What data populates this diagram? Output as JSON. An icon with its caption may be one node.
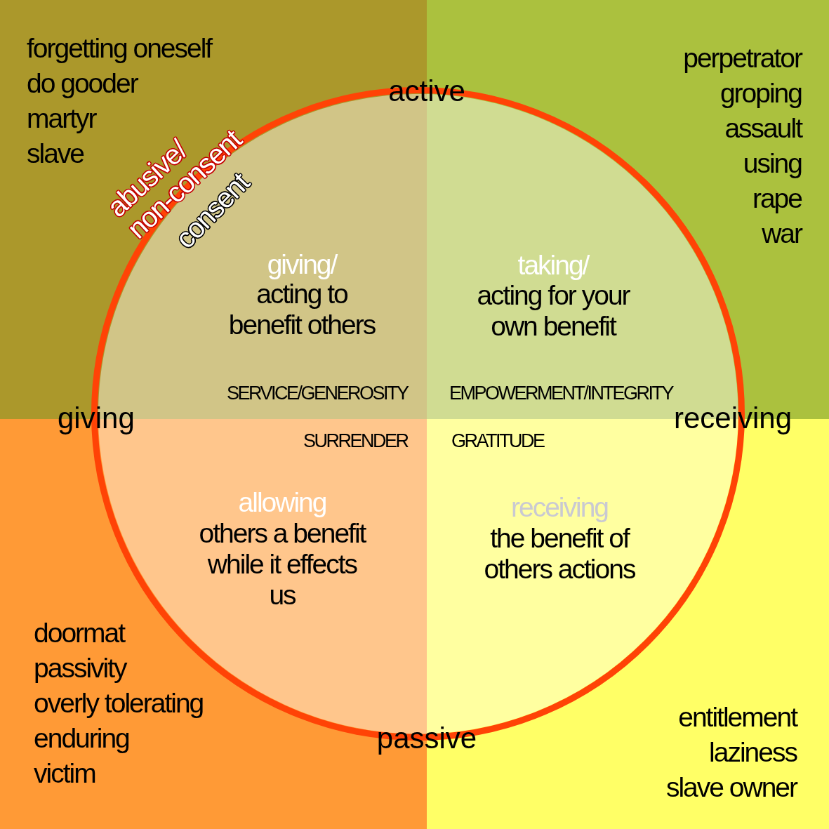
{
  "diagram": {
    "nodes": [
      {
        "text": [
          "forgetting oneself",
          "do gooder",
          "martyr",
          "slave"
        ]
      },
      {
        "text": [
          "giving/",
          "acting to benefit others",
          "SERVICE/GENEROSITY"
        ],
        "in": 0
      },
      {
        "text": [
          "perpetrator",
          "groping",
          "assault",
          "using",
          "rape",
          "war"
        ]
      },
      {
        "text": [
          "taking/",
          "acting for your own benefit",
          "EMPOWERMENT/INTEGRITY"
        ],
        "in": 2
      },
      {
        "text": [
          "doormat",
          "passivity",
          "overly tolerating",
          "enduring",
          "victim"
        ]
      },
      {
        "text": [
          "SURRENDER",
          "allowing",
          "others a benefit while it effects us"
        ],
        "in": 4
      },
      {
        "text": [
          "entitlement",
          "laziness",
          "slave owner"
        ]
      },
      {
        "text": [
          "GRATITUDE",
          "receiving",
          "the benefit of others actions"
        ],
        "in": 6
      }
    ],
    "labels": [
      "active",
      "abusive/ non-consent",
      "consent",
      "giving",
      "receiving",
      "passive"
    ]
  }
}
